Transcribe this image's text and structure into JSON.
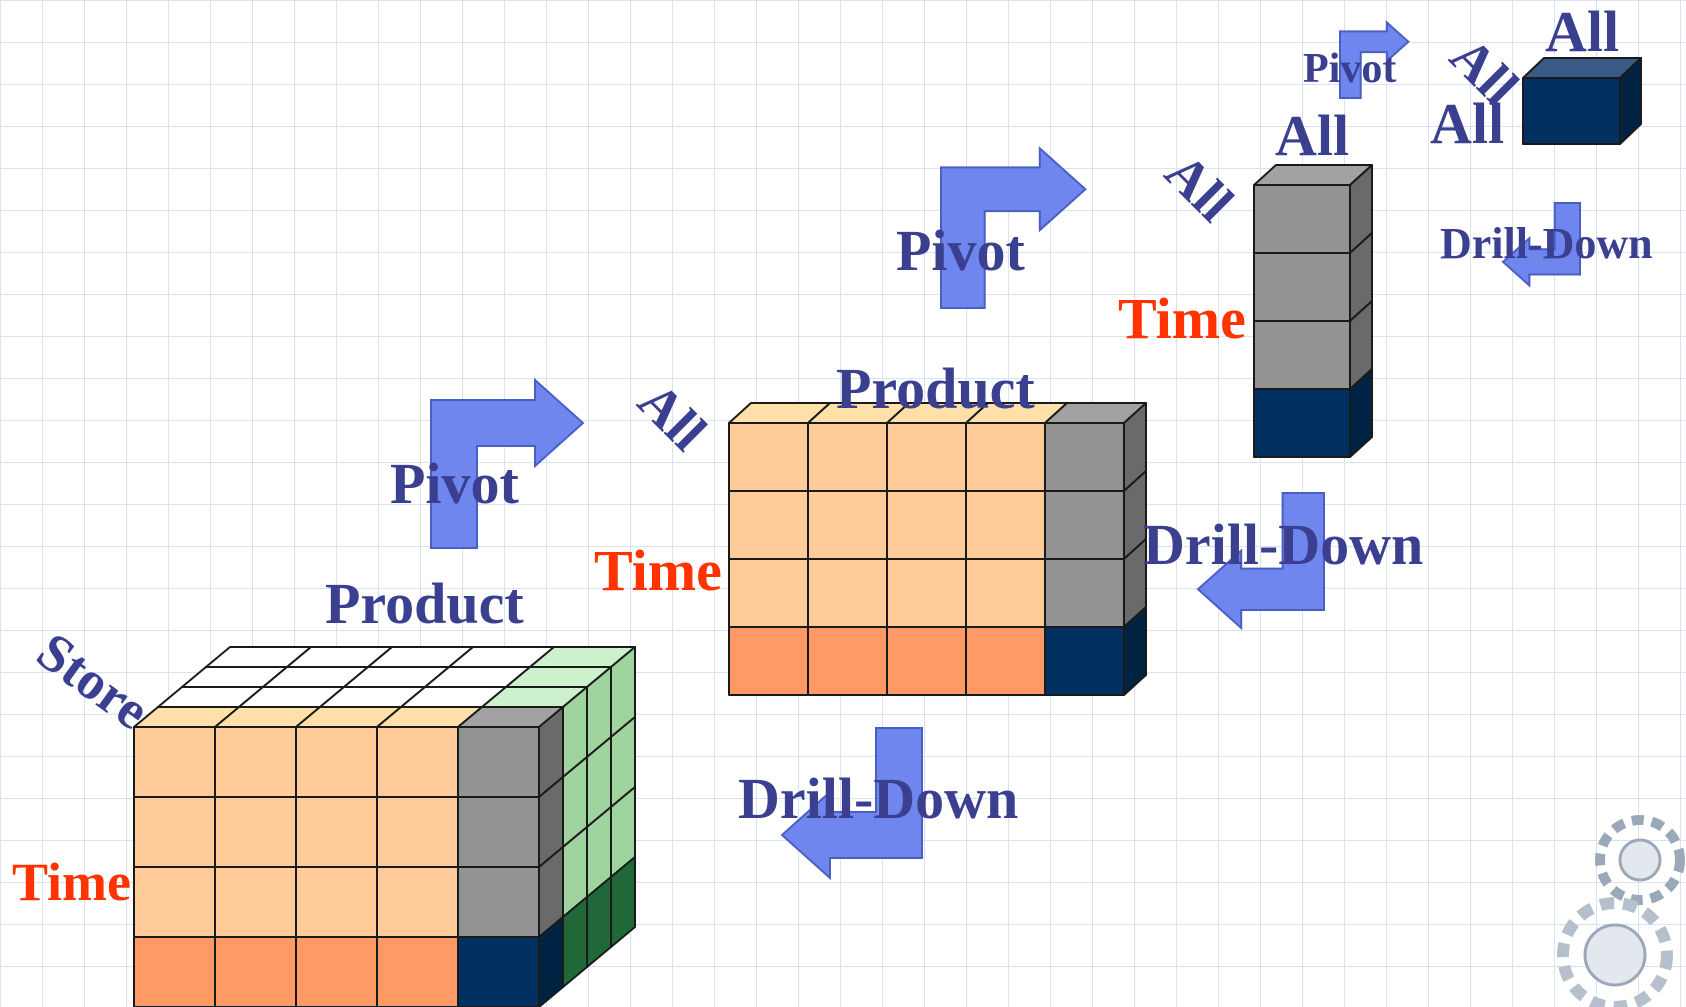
{
  "labels": {
    "pivot": "Pivot",
    "drill_down": "Drill-Down",
    "product": "Product",
    "time": "Time",
    "store": "Store",
    "all": "All"
  },
  "colors": {
    "peach": "#ffcc99",
    "orange": "#ff9966",
    "gray": "#939393",
    "navy": "#00305f",
    "light_green": "#cdf0cd",
    "green": "#2c8a4c",
    "arrow_blue": "#6f86ee",
    "label_navy": "#3a3f8f",
    "label_red": "#ff3300"
  }
}
